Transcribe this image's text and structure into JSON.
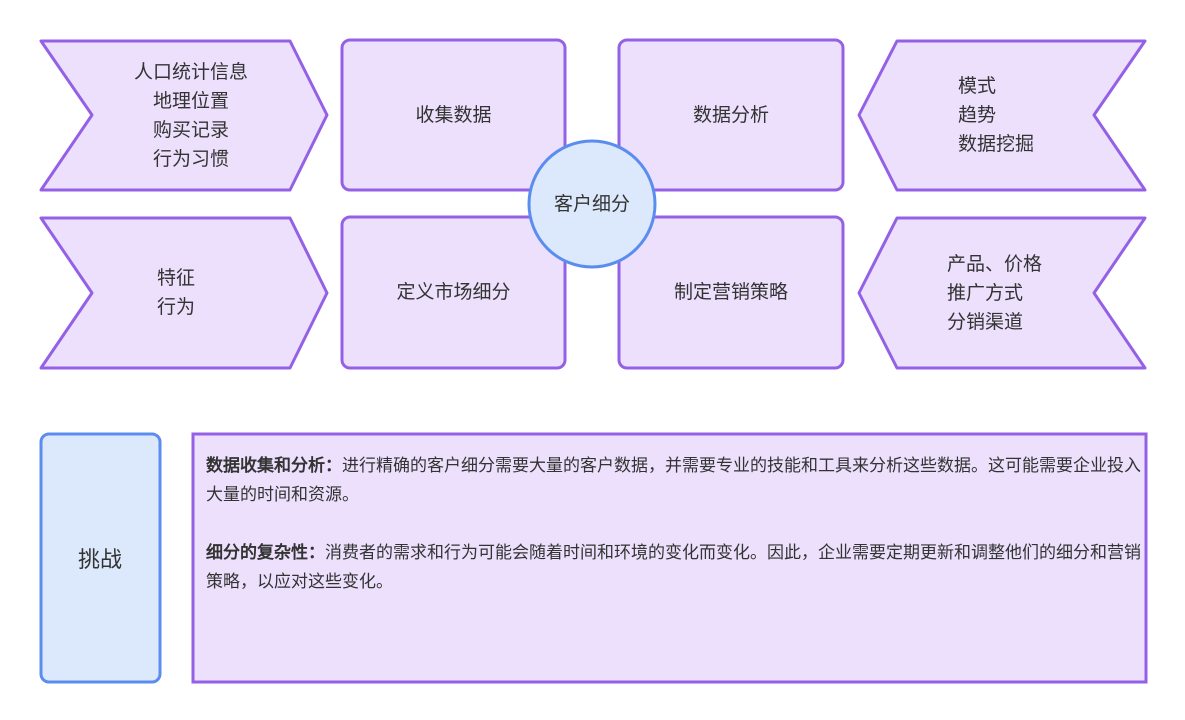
{
  "colors": {
    "node_fill": "#ECE0FC",
    "node_stroke": "#9461E6",
    "center_fill": "#DCE8FC",
    "center_stroke": "#5B8DEF",
    "text": "#333333",
    "background": "#FFFFFF"
  },
  "center": {
    "label": "客户细分"
  },
  "steps": [
    {
      "id": "collect",
      "label": "收集数据"
    },
    {
      "id": "analyze",
      "label": "数据分析"
    },
    {
      "id": "define",
      "label": "定义市场细分"
    },
    {
      "id": "strategy",
      "label": "制定营销策略"
    }
  ],
  "inputs": {
    "collect_data": {
      "lines": [
        "人口统计信息",
        "地理位置",
        "购买记录",
        "行为习惯"
      ]
    },
    "analysis_outputs": {
      "lines": [
        "模式",
        "趋势",
        "数据挖掘"
      ]
    },
    "segment_basis": {
      "lines": [
        "特征",
        "行为"
      ]
    },
    "marketing_mix": {
      "lines": [
        "产品、价格",
        "推广方式",
        "分销渠道"
      ]
    }
  },
  "challenges": {
    "title": "挑战",
    "items": [
      {
        "heading": "数据收集和分析：",
        "text": "进行精确的客户细分需要大量的客户数据，并需要专业的技能和工具来分析这些数据。这可能需要企业投入大量的时间和资源。"
      },
      {
        "heading": "细分的复杂性：",
        "text": "消费者的需求和行为可能会随着时间和环境的变化而变化。因此，企业需要定期更新和调整他们的细分和营销策略，以应对这些变化。"
      }
    ]
  }
}
